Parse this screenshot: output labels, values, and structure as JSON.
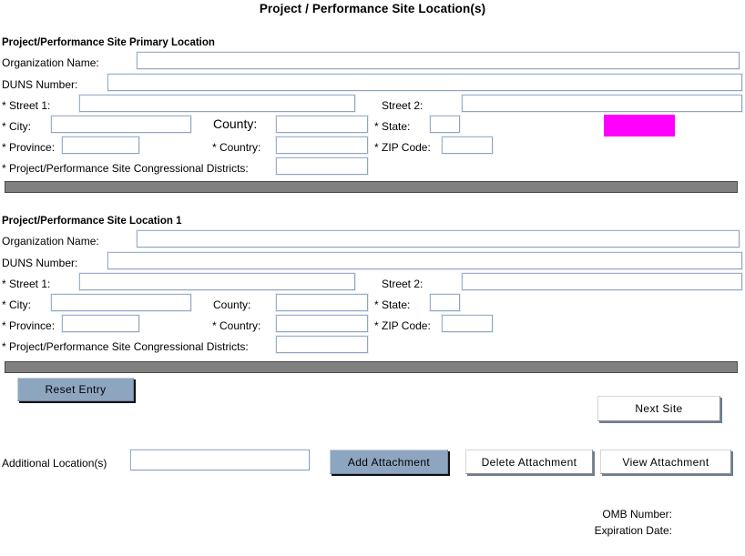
{
  "form": {
    "title": "Project / Performance Site Location(s)"
  },
  "sections": [
    {
      "heading": "Project/Performance Site Primary Location",
      "fields": {
        "organization_name_label": "Organization Name:",
        "organization_name_value": "",
        "duns_number_label": "DUNS Number:",
        "duns_number_value": "",
        "street1_label": "* Street 1:",
        "street1_value": "",
        "street2_label": "Street 2:",
        "street2_value": "",
        "city_label": "* City:",
        "city_value": "",
        "county_label": "County:",
        "county_value": "",
        "state_label": "* State:",
        "state_value": "",
        "province_label": "* Province:",
        "province_value": "",
        "country_label": "* Country:",
        "country_value": "",
        "zip_label": "* ZIP Code:",
        "zip_value": "",
        "districts_label": "* Project/Performance Site Congressional Districts:",
        "districts_value": ""
      }
    },
    {
      "heading": "Project/Performance Site Location 1",
      "fields": {
        "organization_name_label": "Organization Name:",
        "organization_name_value": "",
        "duns_number_label": "DUNS Number:",
        "duns_number_value": "",
        "street1_label": "* Street 1:",
        "street1_value": "",
        "street2_label": "Street 2:",
        "street2_value": "",
        "city_label": "* City:",
        "city_value": "",
        "county_label": "County:",
        "county_value": "",
        "state_label": "* State:",
        "state_value": "",
        "province_label": "* Province:",
        "province_value": "",
        "country_label": "* Country:",
        "country_value": "",
        "zip_label": "* ZIP Code:",
        "zip_value": "",
        "districts_label": "* Project/Performance Site Congressional Districts:",
        "districts_value": ""
      }
    }
  ],
  "actions": {
    "reset_entry_label": "Reset Entry",
    "next_site_label": "Next Site",
    "additional_locations_label": "Additional Location(s)",
    "additional_locations_value": "",
    "add_attachment_label": "Add Attachment",
    "delete_attachment_label": "Delete Attachment",
    "view_attachment_label": "View  Attachment"
  },
  "footer": {
    "omb_number_label": "OMB Number:",
    "expiration_date_label": "Expiration Date:"
  },
  "colors": {
    "highlight_block": "#ff00ff",
    "separator_bar": "#808080",
    "button_primary": "#8ea5c0",
    "field_border": "#8fa5c0"
  }
}
